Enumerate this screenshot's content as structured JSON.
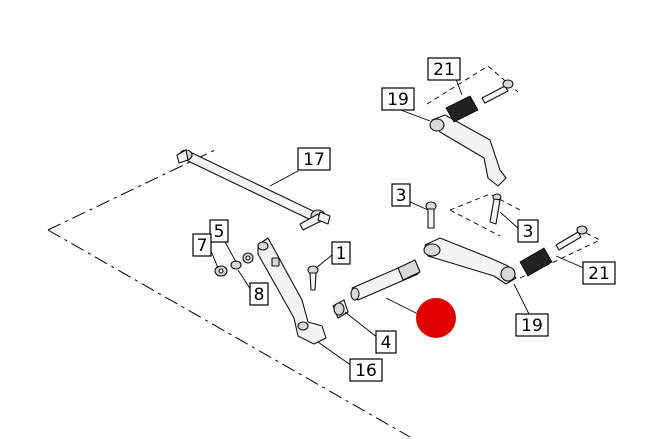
{
  "callouts": {
    "c21_top": "21",
    "c19_top": "19",
    "c17": "17",
    "c3_left": "3",
    "c3_right": "3",
    "c5": "5",
    "c7": "7",
    "c1": "1",
    "c8": "8",
    "c4": "4",
    "c16": "16",
    "c21_right": "21",
    "c19_bottom": "19"
  },
  "colors": {
    "marker": "#e00000",
    "line": "#000000",
    "part_fill": "#f4f4f4"
  }
}
